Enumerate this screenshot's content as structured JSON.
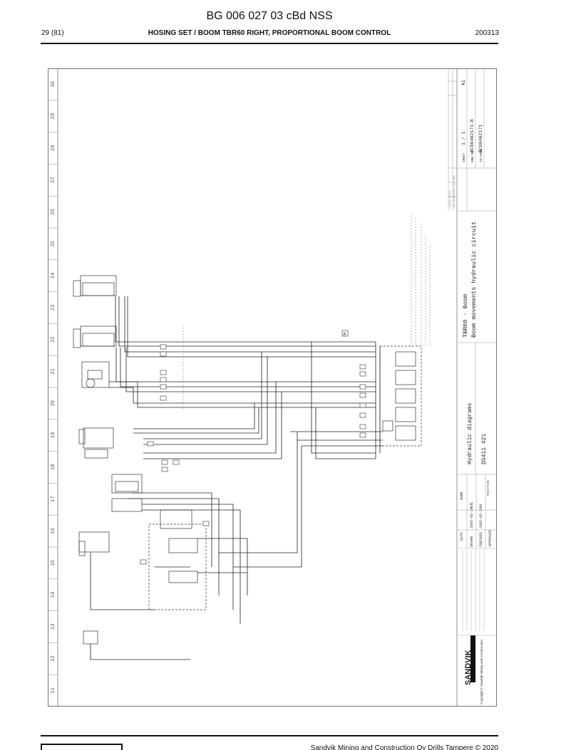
{
  "header": {
    "doc_title": "BG 006 027 03 cBd NSS",
    "page": "29 (81)",
    "section_title": "HOSING SET / BOOM TBR60 RIGHT, PROPORTIONAL BOOM CONTROL",
    "date": "200313"
  },
  "drawing": {
    "column_numbers": [
      "11",
      "12",
      "13",
      "14",
      "15",
      "16",
      "17",
      "18",
      "19",
      "20",
      "21",
      "22",
      "23",
      "24",
      "25",
      "26",
      "27",
      "28",
      "29",
      "30"
    ],
    "title_block": {
      "brand": "SANDVIK",
      "copyright_small": "Copyright © Sandvik Mining and Construction",
      "category": "Hydraulic diagrams",
      "doc_code": "DS411 421",
      "doc_code_label": "POSITION",
      "title_line1": "TBR60 - Boom",
      "title_line2": "Boom movements hydraulic circuit",
      "sheet_label": "SHEET",
      "sheet": "1 / 1",
      "size": "A1",
      "drw_no_label": "DRW NO",
      "drw_no": "BC00402171-B",
      "ident_label": "ID-CODE",
      "ident": "BC00402171",
      "date_header": "DATE",
      "name_header": "NAME",
      "drawn_label": "DRAWN",
      "checked_label": "CHECKED",
      "approved_label": "APPROVED",
      "drawn_date": "2005-05-24",
      "checked_date": "2005-05-24",
      "drawn_name": "EOE",
      "checked_name": "JN",
      "marker": "A"
    }
  },
  "footer": {
    "copyright": "Sandvik Mining and Construction Oy Drills Tampere © 2020"
  }
}
